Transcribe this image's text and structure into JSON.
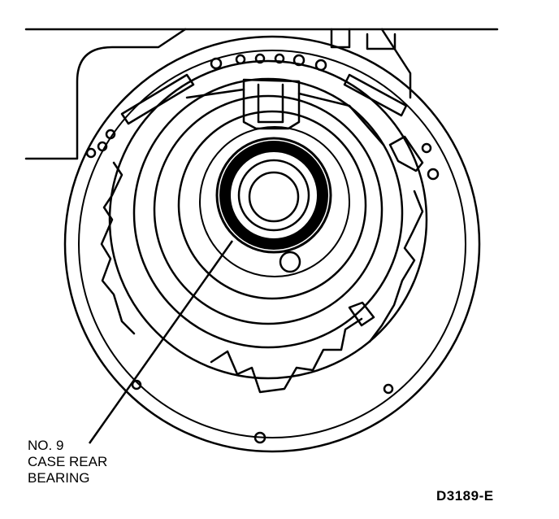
{
  "callout": {
    "line1": "NO. 9",
    "line2": "CASE REAR",
    "line3": "BEARING"
  },
  "figure_id": "D3189-E",
  "colors": {
    "ink": "#000000",
    "paper": "#ffffff"
  }
}
